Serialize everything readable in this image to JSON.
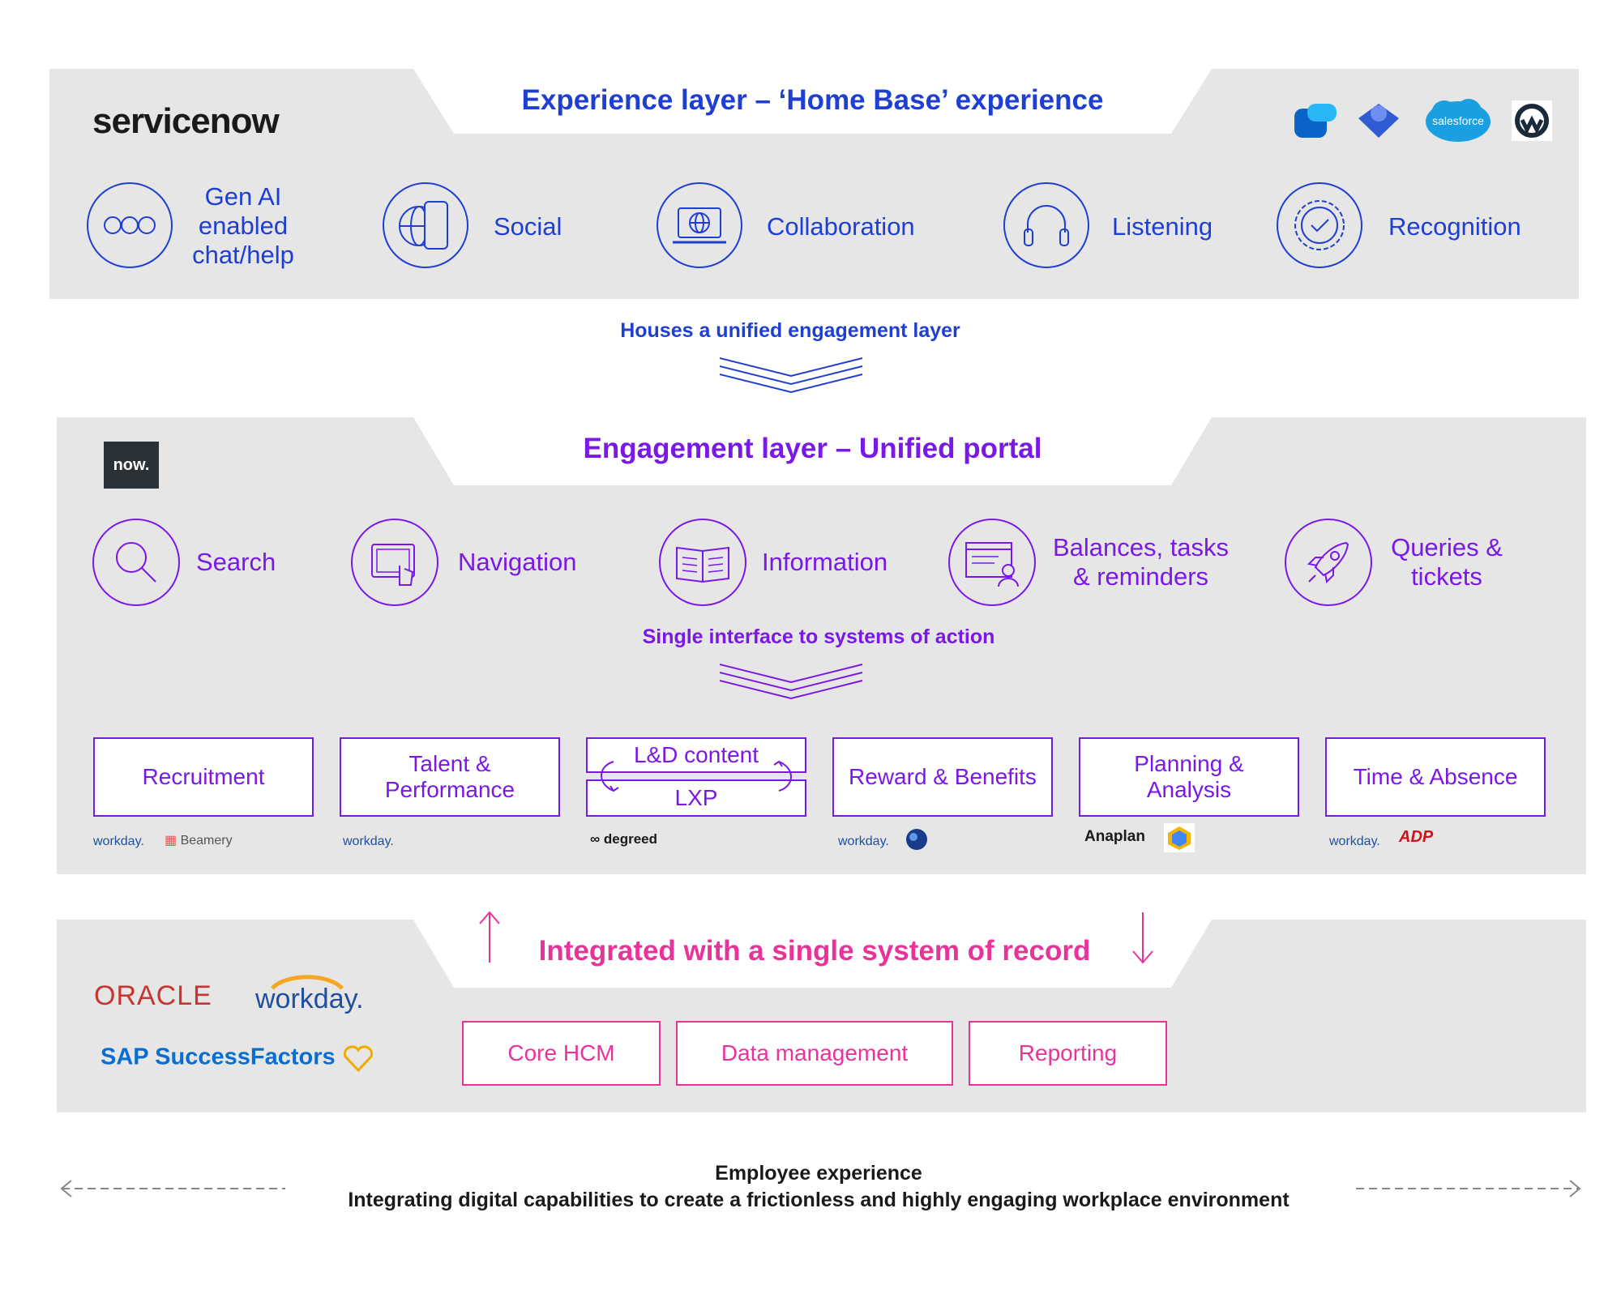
{
  "experience_layer": {
    "title": "Experience layer – ‘Home Base’ experience",
    "vendor_logo": "servicenow",
    "partner_icons": [
      "power-apps-icon",
      "viva-icon",
      "salesforce-icon",
      "workplace-icon"
    ],
    "salesforce_text": "salesforce",
    "items": [
      {
        "label": "Gen AI enabled chat/help",
        "icon": "chat-dots-icon"
      },
      {
        "label": "Social",
        "icon": "phone-globe-icon"
      },
      {
        "label": "Collaboration",
        "icon": "laptop-globe-icon"
      },
      {
        "label": "Listening",
        "icon": "headphones-icon"
      },
      {
        "label": "Recognition",
        "icon": "badge-check-icon"
      }
    ],
    "caption": "Houses a unified engagement layer"
  },
  "engagement_layer": {
    "title": "Engagement layer – Unified portal",
    "vendor_logo": "now.",
    "items": [
      {
        "label": "Search",
        "icon": "magnifier-icon"
      },
      {
        "label": "Navigation",
        "icon": "tablet-touch-icon"
      },
      {
        "label": "Information",
        "icon": "book-icon"
      },
      {
        "label": "Balances, tasks & reminders",
        "icon": "dashboard-user-icon"
      },
      {
        "label": "Queries & tickets",
        "icon": "rocket-icon"
      }
    ],
    "caption": "Single interface to systems of action",
    "systems": [
      {
        "label": "Recruitment",
        "logos": [
          "workday.",
          "Beamery"
        ]
      },
      {
        "label": "Talent & Performance",
        "logos": [
          "workday."
        ]
      },
      {
        "label_top": "L&D content",
        "label_bottom": "LXP",
        "logos": [
          "degreed"
        ]
      },
      {
        "label": "Reward & Benefits",
        "logos": [
          "workday."
        ]
      },
      {
        "label": "Planning & Analysis",
        "logos": [
          "Anaplan"
        ]
      },
      {
        "label": "Time & Absence",
        "logos": [
          "workday.",
          "ADP"
        ]
      }
    ]
  },
  "record_layer": {
    "title": "Integrated with a single system of record",
    "vendor_logos": {
      "oracle": "ORACLE",
      "workday": "workday.",
      "sap": "SAP SuccessFactors"
    },
    "boxes": [
      "Core HCM",
      "Data management",
      "Reporting"
    ]
  },
  "footer": {
    "line1": "Employee experience",
    "line2": "Integrating digital capabilities to create a frictionless and highly engaging workplace environment"
  },
  "colors": {
    "experience": "#1f3fd1",
    "engagement": "#7a18e6",
    "record": "#e8349a",
    "panel": "#e6e6e6"
  }
}
